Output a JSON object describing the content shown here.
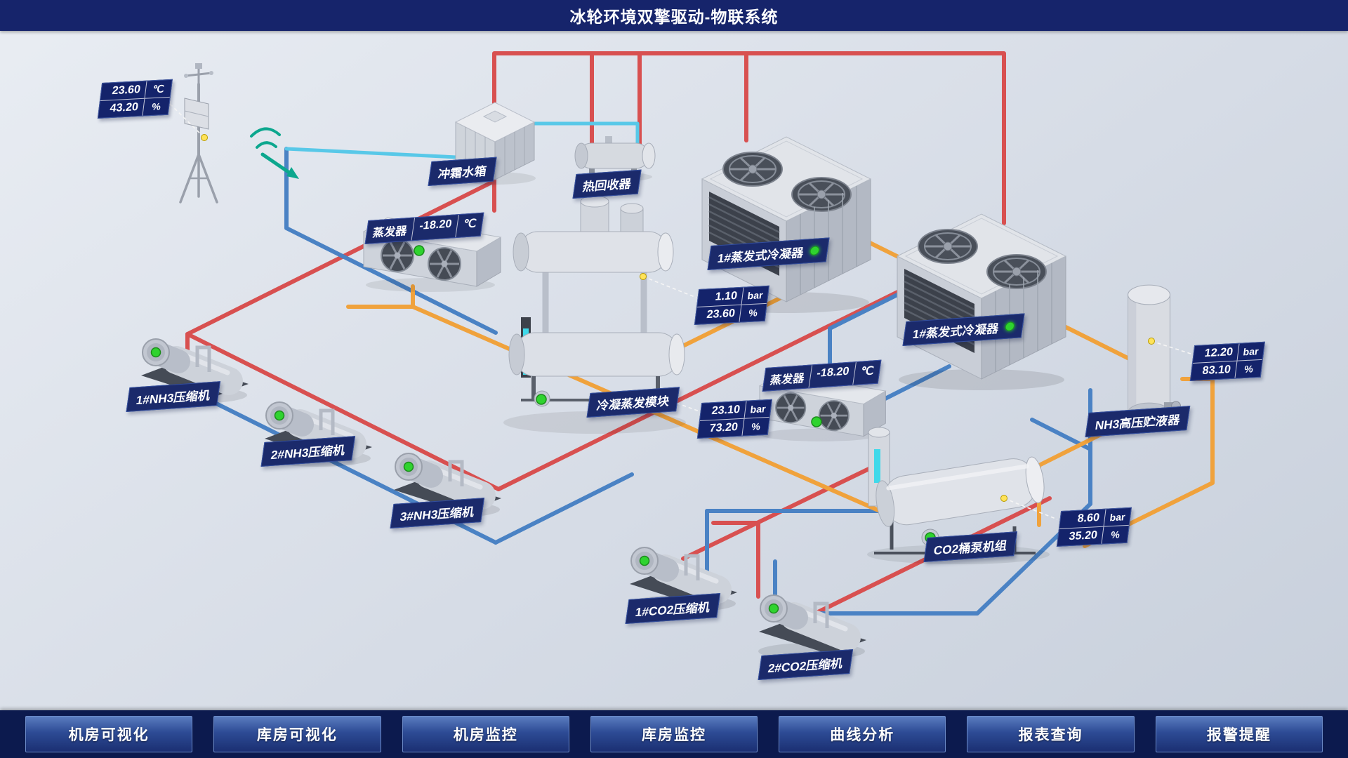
{
  "header": {
    "title": "冰轮环境双擎驱动-物联系统"
  },
  "weather": {
    "temp": "23.60",
    "temp_unit": "℃",
    "humidity": "43.20",
    "humidity_unit": "%"
  },
  "equipment": {
    "defrost_tank": {
      "label": "冲霜水箱"
    },
    "heat_recovery": {
      "label": "热回收器"
    },
    "evaporator_left": {
      "label": "蒸发器",
      "temp": "-18.20",
      "temp_unit": "℃"
    },
    "evaporator_right": {
      "label": "蒸发器",
      "temp": "-18.20",
      "temp_unit": "℃"
    },
    "condenser_1": {
      "label": "1#蒸发式冷凝器"
    },
    "condenser_2": {
      "label": "1#蒸发式冷凝器"
    },
    "module": {
      "label": "冷凝蒸发模块",
      "top_reading": {
        "pressure": "1.10",
        "pressure_unit": "bar",
        "percent": "23.60",
        "percent_unit": "%"
      },
      "bottom_reading": {
        "pressure": "23.10",
        "pressure_unit": "bar",
        "percent": "73.20",
        "percent_unit": "%"
      }
    },
    "nh3_receiver": {
      "label": "NH3高压贮液器",
      "pressure": "12.20",
      "pressure_unit": "bar",
      "percent": "83.10",
      "percent_unit": "%"
    },
    "co2_pump_unit": {
      "label": "CO2桶泵机组",
      "pressure": "8.60",
      "pressure_unit": "bar",
      "percent": "35.20",
      "percent_unit": "%"
    },
    "nh3_compressor_1": {
      "label": "1#NH3压缩机"
    },
    "nh3_compressor_2": {
      "label": "2#NH3压缩机"
    },
    "nh3_compressor_3": {
      "label": "3#NH3压缩机"
    },
    "co2_compressor_1": {
      "label": "1#CO2压缩机"
    },
    "co2_compressor_2": {
      "label": "2#CO2压缩机"
    }
  },
  "nav": {
    "items": [
      {
        "label": "机房可视化"
      },
      {
        "label": "库房可视化"
      },
      {
        "label": "机房监控"
      },
      {
        "label": "库房监控"
      },
      {
        "label": "曲线分析"
      },
      {
        "label": "报表查询"
      },
      {
        "label": "报警提醒"
      }
    ]
  },
  "colors": {
    "header_navy": "#16246b",
    "label_navy": "#1b2a6b",
    "pipe_red": "#d85050",
    "pipe_blue": "#4a82c4",
    "pipe_orange": "#f0a23c",
    "pipe_cyan": "#58c8e8",
    "status_green": "#2fd32f",
    "sensor_yellow": "#ffe359"
  }
}
